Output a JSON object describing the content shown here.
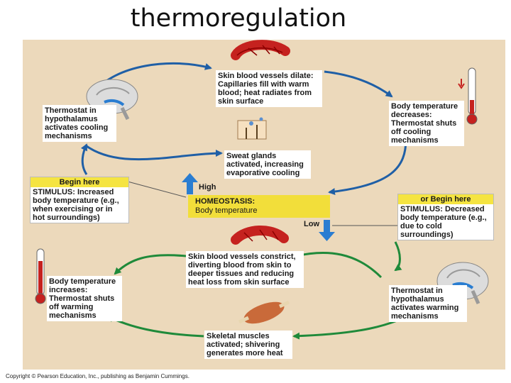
{
  "title": "thermoregulation",
  "boxes": {
    "skin_dilate": "Skin blood vessels dilate: Capillaries fill with warm blood; heat radiates from skin surface",
    "temp_decreases": "Body temperature decreases: Thermostat shuts off cooling mechanisms",
    "thermostat_cooling": "Thermostat in hypothalamus activates cooling mechanisms",
    "sweat": "Sweat glands activated, increasing evaporative cooling",
    "stim_increase_head": "Begin here",
    "stim_increase_body": "STIMULUS: Increased body temperature (e.g., when exercising or in hot surroundings)",
    "stim_decrease_head": "or Begin here",
    "stim_decrease_body": "STIMULUS: Decreased body temperature (e.g., due to cold surroundings)",
    "homeostasis_title": "HOMEOSTASIS:",
    "homeostasis_sub": "Body temperature",
    "high": "High",
    "low": "Low",
    "skin_constrict": "Skin blood vessels constrict, diverting blood from skin to deeper tissues and reducing heat loss from skin surface",
    "temp_increases": "Body temperature increases: Thermostat shuts off warming mechanisms",
    "thermostat_warming": "Thermostat in hypothalamus activates warming mechanisms",
    "muscles": "Skeletal muscles activated; shivering generates more heat"
  },
  "copyright": "Copyright © Pearson Education, Inc., publishing as Benjamin Cummings.",
  "colors": {
    "panel": "#ecd9bb",
    "cooling_arrows": "#1f5fa6",
    "warming_arrows": "#1f8a3a",
    "highlight": "#f2de3a"
  }
}
